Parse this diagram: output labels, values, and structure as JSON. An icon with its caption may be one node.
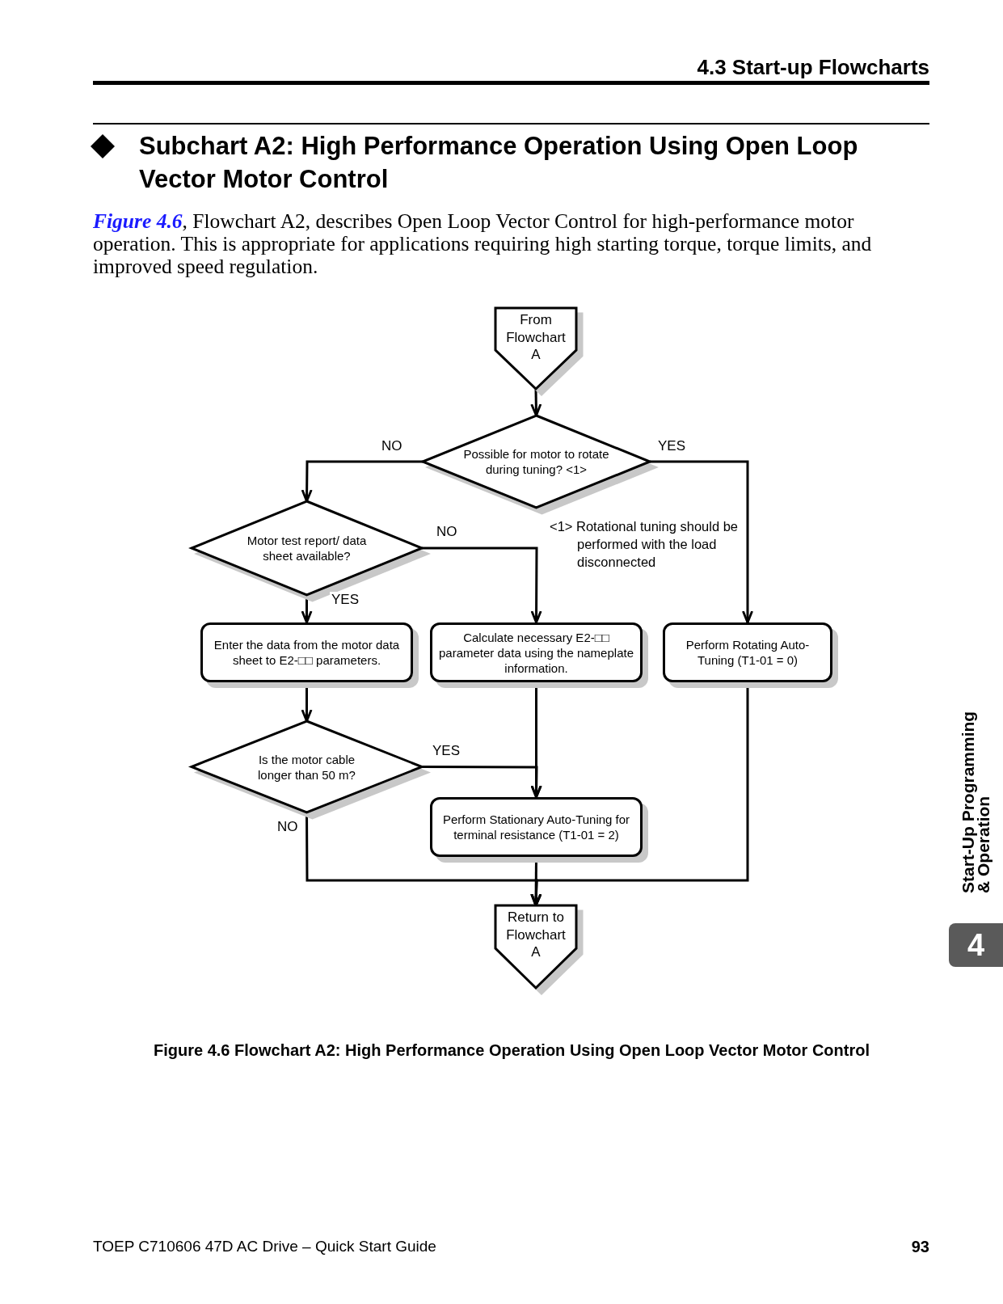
{
  "diagram": {
    "title": "Subchart A2: High Performance Operation Using Open Loop Vector Motor Control",
    "caption": "Figure 4.6 Flowchart A2: High Performance Operation Using Open Loop Vector Motor Control",
    "nodes": [
      {
        "text": [
          "From Flowchart A"
        ]
      },
      {
        "text": [
          "Possible for motor to rotate during tuning? <1>"
        ]
      },
      {
        "text": [
          "Motor test report/ data sheet available?"
        ]
      },
      {
        "text": [
          "Enter the data from the motor data sheet to E2-□□ parameters."
        ]
      },
      {
        "text": [
          "Calculate necessary E2-□□ parameter data using the nameplate information."
        ]
      },
      {
        "text": [
          "Perform Rotating Auto-Tuning (T1-01 = 0)"
        ]
      },
      {
        "text": [
          "Is the motor cable longer than 50 m?"
        ]
      },
      {
        "text": [
          "Perform Stationary Auto-Tuning for terminal resistance (T1-01 = 2)"
        ]
      },
      {
        "text": [
          "Return to Flowchart A"
        ]
      }
    ],
    "edges": [
      {
        "from": 0,
        "to": 1,
        "arrow": "to"
      },
      {
        "from": 1,
        "to": 2,
        "arrow": "to",
        "label": "NO"
      },
      {
        "from": 1,
        "to": 5,
        "arrow": "to",
        "label": "YES"
      },
      {
        "from": 2,
        "to": 4,
        "arrow": "to",
        "label": "NO"
      },
      {
        "from": 2,
        "to": 3,
        "arrow": "to",
        "label": "YES"
      },
      {
        "from": 3,
        "to": 6,
        "arrow": "to"
      },
      {
        "from": 6,
        "to": 7,
        "arrow": "to",
        "label": "YES"
      },
      {
        "from": 4,
        "to": 7,
        "arrow": "to"
      },
      {
        "from": 6,
        "to": 8,
        "arrow": "to",
        "label": "NO"
      },
      {
        "from": 7,
        "to": 8,
        "arrow": "to"
      },
      {
        "from": 5,
        "to": 8,
        "arrow": "to"
      }
    ],
    "labels": [
      "4.3 Start-up Flowcharts",
      "*Figure 4.6*, Flowchart A2, describes Open Loop Vector Control for high-performance motor operation. This is appropriate for applications requiring high starting torque, torque limits, and improved speed regulation.",
      "<1> Rotational tuning should be performed with the load disconnected",
      "Start-Up Programming & Operation",
      "4",
      "TOEP C710606 47D AC Drive – Quick Start Guide",
      "93"
    ]
  }
}
